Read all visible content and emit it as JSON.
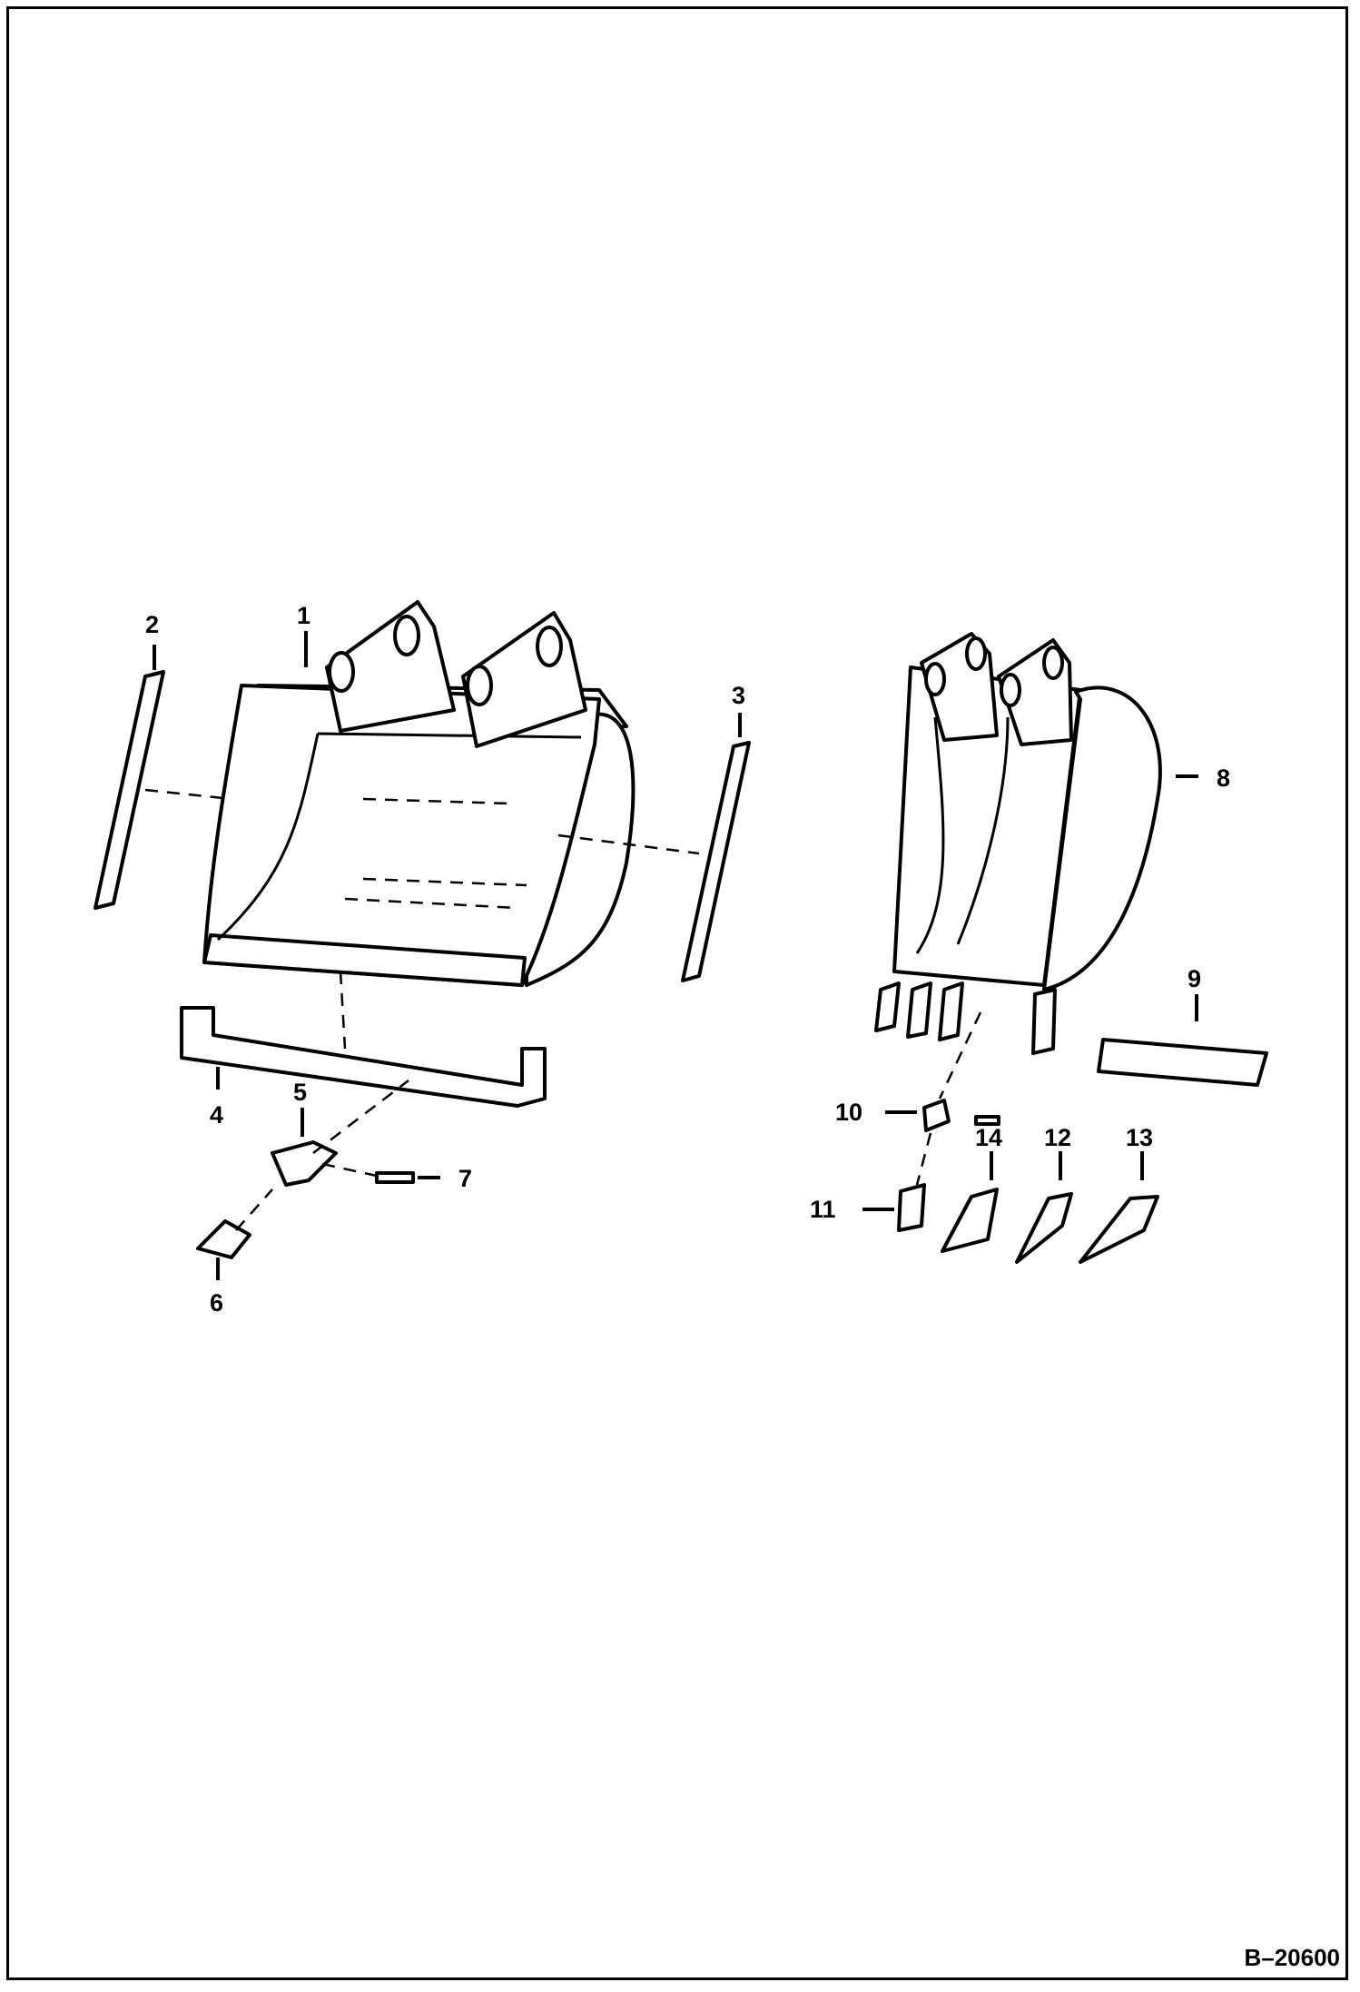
{
  "figure_id": "B–20600",
  "callouts": {
    "c1": "1",
    "c2": "2",
    "c3": "3",
    "c4": "4",
    "c5": "5",
    "c6": "6",
    "c7": "7",
    "c8": "8",
    "c9": "9",
    "c10": "10",
    "c11": "11",
    "c12": "12",
    "c13": "13",
    "c14": "14"
  }
}
